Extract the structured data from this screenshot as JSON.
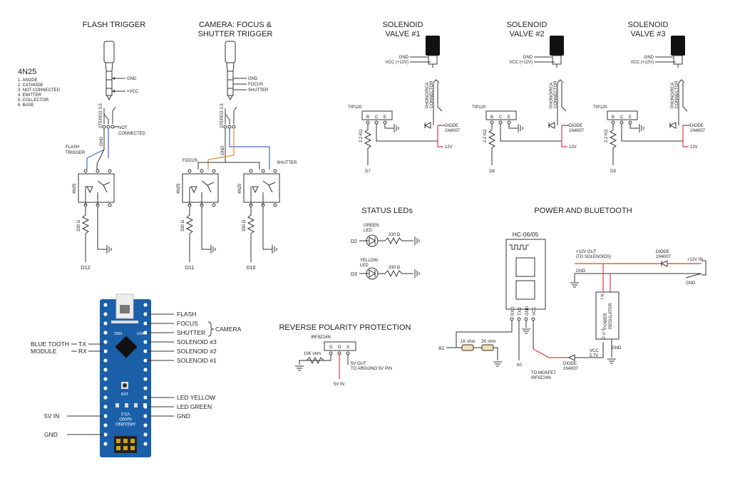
{
  "sections": {
    "flash_trigger": "FLASH TRIGGER",
    "camera": [
      "CAMERA: FOCUS &",
      "SHUTTER TRIGGER"
    ],
    "valve1": [
      "SOLENOID",
      "VALVE #1"
    ],
    "valve2": [
      "SOLENOID",
      "VALVE #2"
    ],
    "valve3": [
      "SOLENOID",
      "VALVE #3"
    ],
    "status_leds": "STATUS LEDs",
    "power_bt": "POWER AND BLUETOOTH",
    "reverse": "REVERSE POLARITY PROTECTION"
  },
  "legend_4n25": {
    "title": "4N25",
    "items": [
      "1. ANODE",
      "2. CATHODE",
      "3. NOT CONNECTED",
      "4. EMITTER",
      "5. COLLECTOR",
      "6. BASE"
    ]
  },
  "flash": {
    "gnd": "GND",
    "vcc": "+VCC",
    "stereo": "STEREO 3.5",
    "nc": [
      "NOT",
      "CONNECTED"
    ],
    "gnd_wire": "GND",
    "trigger": [
      "FLASH",
      "TRIGGER"
    ],
    "ic": "4N25",
    "res": "330 Ω",
    "pin": "D12"
  },
  "camera": {
    "gnd": "GND",
    "focus": "FOCUS",
    "shutter": "SHUTTER",
    "stereo": "STEREO 3.5",
    "gnd_wire": "GND",
    "focus_lbl": "FOCUS",
    "shutter_lbl": "SHUTTER",
    "ic": "4N25",
    "res": "330 Ω",
    "pin_focus": "D11",
    "pin_shutter": "D10"
  },
  "valves": [
    {
      "gnd": "GND",
      "vcc": "VCC (+12V)",
      "tip": "TIP120",
      "bce": [
        "B",
        "C",
        "E"
      ],
      "res": "2.2 KΩ",
      "conn": [
        "PHONO/RCA",
        "CONNECTOR"
      ],
      "diode": [
        "DIODE",
        "1N4007"
      ],
      "v": "12V",
      "pin": "D7"
    },
    {
      "gnd": "GND",
      "vcc": "VCC (+12V)",
      "tip": "TIP120",
      "bce": [
        "B",
        "C",
        "E"
      ],
      "res": "2.2 KΩ",
      "conn": [
        "PHONO/RCA",
        "CONNECTOR"
      ],
      "diode": [
        "DIODE",
        "1N4007"
      ],
      "v": "12V",
      "pin": "D8"
    },
    {
      "gnd": "GND",
      "vcc": "VCC (+12V)",
      "tip": "TIP120",
      "bce": [
        "B",
        "C",
        "E"
      ],
      "res": "2.2 KΩ",
      "conn": [
        "PHONO/RCA",
        "CONNECTOR"
      ],
      "diode": [
        "DIODE",
        "1N4007"
      ],
      "v": "12V",
      "pin": "D9"
    }
  ],
  "leds": {
    "green": [
      "GREEN",
      "LED"
    ],
    "green_pin": "D2",
    "green_res": "330 Ω",
    "yellow": [
      "YELLOW",
      "LED"
    ],
    "yellow_pin": "D3",
    "yellow_res": "330 Ω"
  },
  "power": {
    "module": "HC-06/05",
    "pins": [
      "RXD",
      "TXD",
      "GND",
      "VCC"
    ],
    "out12": [
      "+12V OUT",
      "(TO SOLENOIDS)"
    ],
    "diode_top": [
      "DIODE",
      "1N4007"
    ],
    "in12": "+12V IN",
    "gnd_left": "GND",
    "gnd_right": "GND",
    "reg": [
      "POWER",
      "REGULATOR"
    ],
    "reg_in": "I N",
    "reg_out": "O U T",
    "reg_gnd": "GND",
    "vcc": [
      "VCC",
      "5.7V"
    ],
    "diode_bot": [
      "DIODE",
      "1N4007"
    ],
    "r1": "1K ohm",
    "r2": "2K ohm",
    "a1": "A1",
    "a0": "A0",
    "mosfet": [
      "TO MOSFET",
      "IRF9Z24N"
    ]
  },
  "reverse_block": {
    "part": "IRF9Z24N",
    "gds": [
      "G",
      "D",
      "S"
    ],
    "res": "10K ohm",
    "out": [
      "5V OUT",
      "TO ARDUINO 5V PIN"
    ],
    "in": "5V IN"
  },
  "arduino": {
    "right": [
      "FLASH",
      "FOCUS",
      "SHUTTER",
      "SOLENOID #3",
      "SOLENOID #2",
      "SOLENOID #1",
      "LED YELLOW",
      "LED GREEN",
      "GND"
    ],
    "camera": "CAMERA",
    "bt": [
      "BLUE TOOTH",
      "MODULE"
    ],
    "tx": "TX",
    "rx": "RX",
    "vin": "5V IN",
    "gnd": "GND",
    "board": [
      "ARDUINO",
      "NANO",
      "V3.0"
    ],
    "usa": "USA",
    "year": "2009",
    "rst": "RST"
  },
  "colors": {
    "red": "#e23b3b",
    "blue": "#4466d6",
    "orange": "#e8883a",
    "board": "#1a5fa8"
  }
}
